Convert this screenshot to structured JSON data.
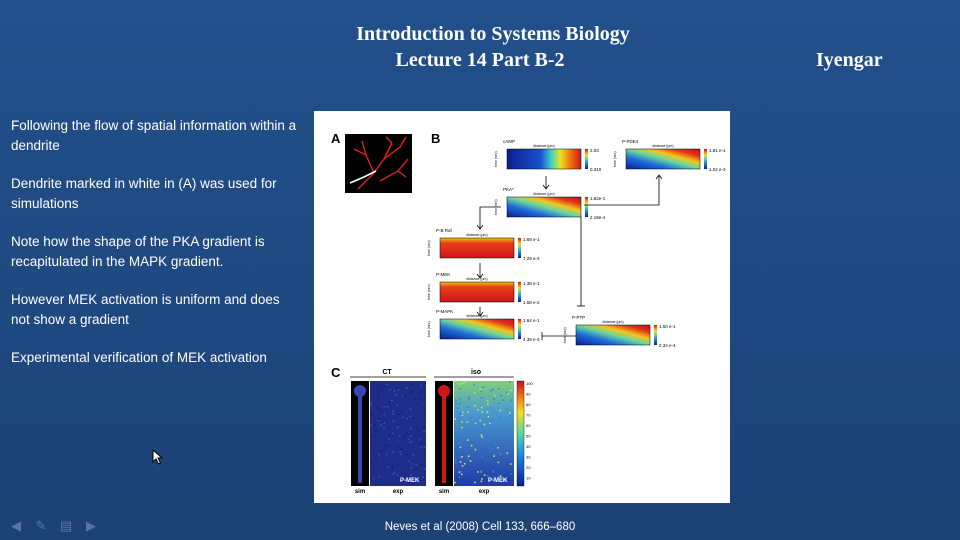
{
  "slide": {
    "title_line1": "Introduction  to Systems  Biology",
    "title_line2": "Lecture 14 Part B-2",
    "author": "Iyengar"
  },
  "bullets": [
    "Following the flow of spatial information within a dendrite",
    "Dendrite marked in white in (A) was used for simulations",
    " Note how the  shape of the PKA gradient is recapitulated in the MAPK gradient.",
    " However MEK activation  is uniform and does not show a gradient",
    "Experimental verification of  MEK activation"
  ],
  "figure": {
    "panel_a": "A",
    "panel_b": "B",
    "panel_c": "C",
    "panel_c_ct": "CT",
    "panel_c_iso": "iso",
    "panel_c_sim": "sim",
    "panel_c_exp": "exp",
    "panel_c_pmek": "P-MEK",
    "heatmap_names": [
      "cAMP",
      "P-PDE4",
      "PKA*",
      "P-B Raf",
      "P-MEK",
      "P-MAPK",
      "P-PTP"
    ],
    "heatmap_max": [
      "2.03",
      "1.81 e-1",
      "1.82e-1",
      "1.68 e-1",
      "1.38 e-1",
      "1.64 e-1",
      "1.50 e-1"
    ],
    "heatmap_min": [
      "0.310",
      "1.02 e-3",
      "2.19e-4",
      "7.29 e-3",
      "1.58 e-2",
      "4.39 e-3",
      "2.34 e-4"
    ],
    "distance_label": "distance (µm)",
    "time_label": "time (sec)",
    "colorbar_ticks": [
      "100",
      "90",
      "80",
      "70",
      "60",
      "50",
      "40",
      "30",
      "20",
      "10"
    ]
  },
  "citation": "Neves et al (2008) Cell 133, 666–680",
  "nav_icons": [
    "back-arrow-icon",
    "pen-icon",
    "slides-icon",
    "forward-arrow-icon"
  ]
}
